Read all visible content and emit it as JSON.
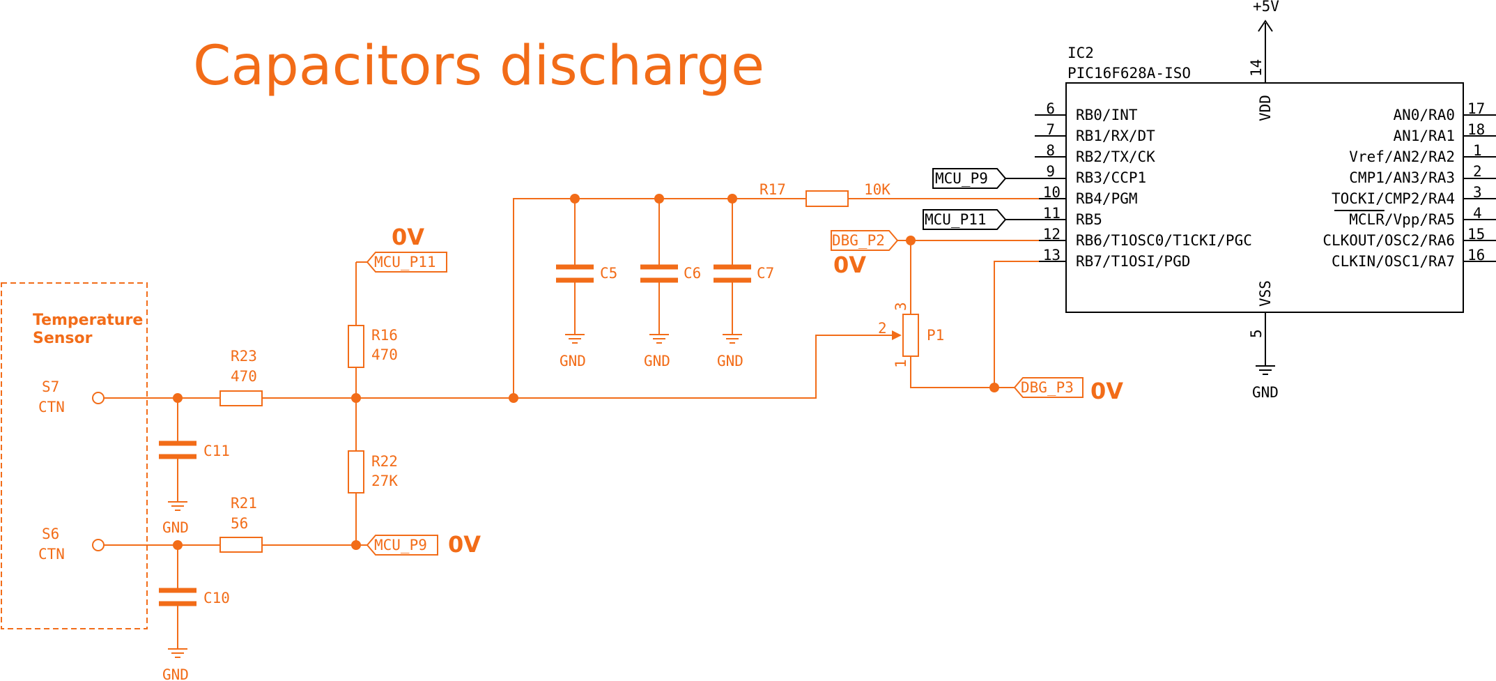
{
  "title": "Capacitors discharge",
  "sensor": {
    "title_line1": "Temperature",
    "title_line2": "Sensor",
    "s7_name": "S7",
    "s7_type": "CTN",
    "s6_name": "S6",
    "s6_type": "CTN"
  },
  "components": {
    "r23": {
      "ref": "R23",
      "value": "470"
    },
    "r21": {
      "ref": "R21",
      "value": "56"
    },
    "r16": {
      "ref": "R16",
      "value": "470"
    },
    "r22": {
      "ref": "R22",
      "value": "27K"
    },
    "r17": {
      "ref": "R17",
      "value": "10K"
    },
    "c11": "C11",
    "c10": "C10",
    "c5": "C5",
    "c6": "C6",
    "c7": "C7",
    "p1": {
      "ref": "P1",
      "pin1": "1",
      "pin2": "2",
      "pin3": "3"
    }
  },
  "power": {
    "gnd": "GND",
    "vcc": "+5V"
  },
  "net_labels": {
    "mcu_p11": "MCU_P11",
    "mcu_p9": "MCU_P9",
    "dbg_p2": "DBG_P2",
    "dbg_p3": "DBG_P3"
  },
  "voltage_annotation": "0V",
  "ic": {
    "ref": "IC2",
    "part": "PIC16F628A-ISO",
    "vdd": {
      "pin": "14",
      "name": "VDD"
    },
    "vss": {
      "pin": "5",
      "name": "VSS"
    },
    "left_pins": [
      {
        "num": "6",
        "name": "RB0/INT"
      },
      {
        "num": "7",
        "name": "RB1/RX/DT"
      },
      {
        "num": "8",
        "name": "RB2/TX/CK"
      },
      {
        "num": "9",
        "name": "RB3/CCP1"
      },
      {
        "num": "10",
        "name": "RB4/PGM"
      },
      {
        "num": "11",
        "name": "RB5"
      },
      {
        "num": "12",
        "name": "RB6/T1OSC0/T1CKI/PGC"
      },
      {
        "num": "13",
        "name": "RB7/T1OSI/PGD"
      }
    ],
    "right_pins": [
      {
        "num": "17",
        "name": "AN0/RA0"
      },
      {
        "num": "18",
        "name": "AN1/RA1"
      },
      {
        "num": "1",
        "name": "Vref/AN2/RA2"
      },
      {
        "num": "2",
        "name": "CMP1/AN3/RA3"
      },
      {
        "num": "3",
        "name": "TOCKI/CMP2/RA4"
      },
      {
        "num": "4",
        "name_overline": "MCLR",
        "name_rest": "/Vpp/RA5"
      },
      {
        "num": "15",
        "name": "CLKOUT/OSC2/RA6"
      },
      {
        "num": "16",
        "name": "CLKIN/OSC1/RA7"
      }
    ]
  },
  "colors": {
    "schematic": "#f26c18",
    "ic": "#000000",
    "background": "#ffffff"
  }
}
